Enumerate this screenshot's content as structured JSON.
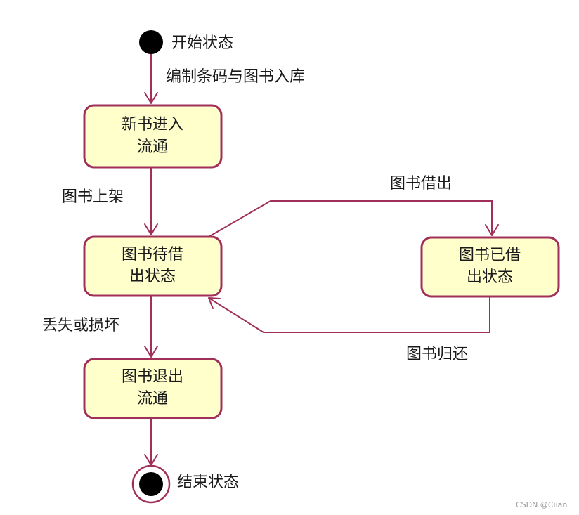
{
  "states": {
    "start": {
      "label": "开始状态"
    },
    "new_book": {
      "line1": "新书进入",
      "line2": "流通"
    },
    "waiting": {
      "line1": "图书待借",
      "line2": "出状态"
    },
    "borrowed": {
      "line1": "图书已借",
      "line2": "出状态"
    },
    "withdrawn": {
      "line1": "图书退出",
      "line2": "流通"
    },
    "end": {
      "label": "结束状态"
    }
  },
  "transitions": {
    "catalog": "编制条码与图书入库",
    "shelve": "图书上架",
    "lend": "图书借出",
    "return": "图书归还",
    "lost": "丢失或损坏"
  },
  "watermark": "CSDN @Ciian",
  "colors": {
    "stroke": "#a0305a",
    "fill": "#ffffcc",
    "node_dot": "#000000"
  }
}
